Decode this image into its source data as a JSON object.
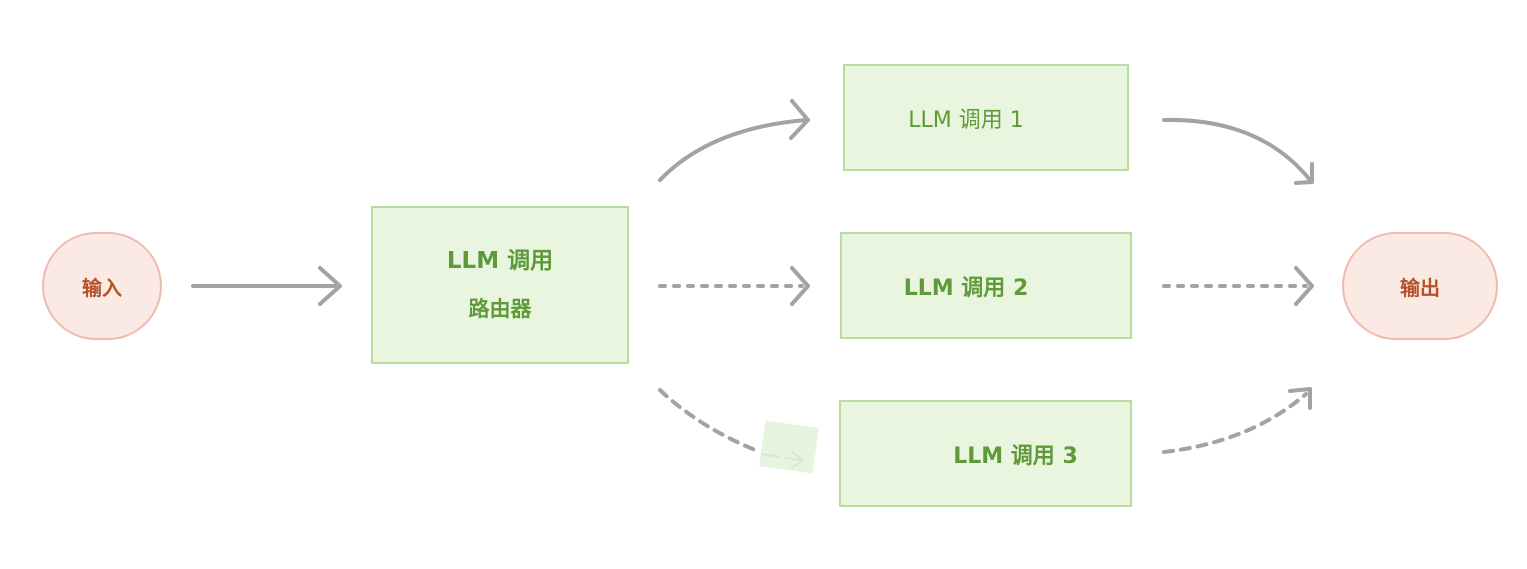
{
  "nodes": {
    "input": "输入",
    "router_line1": "LLM 调用",
    "router_line2": "路由器",
    "llm_call_1": "LLM 调用 1",
    "llm_call_2": "LLM 调用 2",
    "llm_call_3": "LLM 调用 3",
    "output": "输出"
  },
  "colors": {
    "pill_fill": "#fbe9e3",
    "pill_border": "#eebcad",
    "pill_text": "#b4532a",
    "box_fill": "#eaf5df",
    "box_border": "#b9dca0",
    "box_text": "#5f9a3a",
    "arrow": "#a3a3a3"
  },
  "edges": [
    {
      "from": "input",
      "to": "router",
      "style": "solid"
    },
    {
      "from": "router",
      "to": "llm_call_1",
      "style": "solid"
    },
    {
      "from": "router",
      "to": "llm_call_2",
      "style": "dotted"
    },
    {
      "from": "router",
      "to": "llm_call_3",
      "style": "dashed"
    },
    {
      "from": "llm_call_1",
      "to": "output",
      "style": "solid"
    },
    {
      "from": "llm_call_2",
      "to": "output",
      "style": "dotted"
    },
    {
      "from": "llm_call_3",
      "to": "output",
      "style": "dashed"
    }
  ]
}
